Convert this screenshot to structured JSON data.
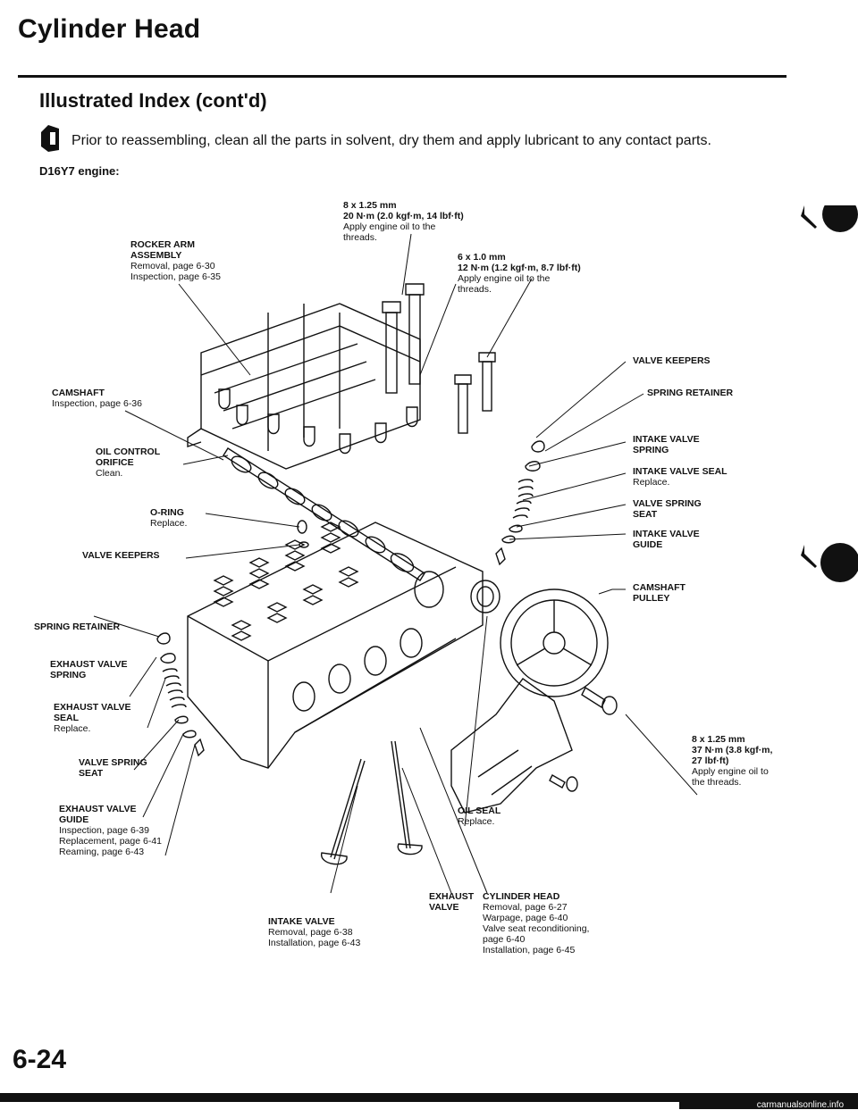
{
  "header": {
    "title": "Cylinder Head",
    "section": "Illustrated Index (cont'd)",
    "note": "Prior to reassembling, clean all the parts in solvent, dry them and apply lubricant to any contact parts.",
    "engine": "D16Y7 engine:"
  },
  "labels": {
    "rocker_arm": {
      "h": "ROCKER ARM\nASSEMBLY",
      "s": "Removal, page 6-30\nInspection, page 6-35"
    },
    "bolt_8x125_top": {
      "h": "8 x 1.25 mm\n20 N·m (2.0 kgf·m, 14 lbf·ft)",
      "s": "Apply engine oil to the\nthreads."
    },
    "bolt_6x10": {
      "h": "6 x 1.0 mm\n12 N·m (1.2 kgf·m, 8.7 lbf·ft)",
      "s": "Apply engine oil to the\nthreads."
    },
    "valve_keepers_r": {
      "h": "VALVE KEEPERS",
      "s": ""
    },
    "camshaft": {
      "h": "CAMSHAFT",
      "s": "Inspection, page 6-36"
    },
    "spring_retainer_r": {
      "h": "SPRING RETAINER",
      "s": ""
    },
    "intake_valve_spring": {
      "h": "INTAKE VALVE\nSPRING",
      "s": ""
    },
    "oil_control_orifice": {
      "h": "OIL CONTROL\nORIFICE",
      "s": "Clean."
    },
    "intake_valve_seal": {
      "h": "INTAKE VALVE SEAL",
      "s": "Replace."
    },
    "o_ring": {
      "h": "O-RING",
      "s": "Replace."
    },
    "valve_spring_seat_r": {
      "h": "VALVE SPRING\nSEAT",
      "s": ""
    },
    "intake_valve_guide": {
      "h": "INTAKE VALVE\nGUIDE",
      "s": ""
    },
    "valve_keepers_l": {
      "h": "VALVE KEEPERS",
      "s": ""
    },
    "camshaft_pulley": {
      "h": "CAMSHAFT\nPULLEY",
      "s": ""
    },
    "spring_retainer_l": {
      "h": "SPRING RETAINER",
      "s": ""
    },
    "exhaust_valve_spring": {
      "h": "EXHAUST VALVE\nSPRING",
      "s": ""
    },
    "exhaust_valve_seal": {
      "h": "EXHAUST VALVE\nSEAL",
      "s": "Replace."
    },
    "bolt_8x125_bottom": {
      "h": "8 x 1.25 mm\n37 N·m (3.8 kgf·m,\n27 lbf·ft)",
      "s": "Apply engine oil to\nthe threads."
    },
    "valve_spring_seat_l": {
      "h": "VALVE SPRING\nSEAT",
      "s": ""
    },
    "oil_seal": {
      "h": "OIL SEAL",
      "s": "Replace."
    },
    "exhaust_valve_guide": {
      "h": "EXHAUST VALVE\nGUIDE",
      "s": "Inspection, page 6-39\nReplacement, page 6-41\nReaming, page 6-43"
    },
    "exhaust_valve": {
      "h": "EXHAUST\nVALVE",
      "s": ""
    },
    "cylinder_head": {
      "h": "CYLINDER HEAD",
      "s": "Removal, page 6-27\nWarpage, page 6-40\nValve seat reconditioning,\npage 6-40\nInstallation, page 6-45"
    },
    "intake_valve": {
      "h": "INTAKE VALVE",
      "s": "Removal, page 6-38\nInstallation, page 6-43"
    }
  },
  "page_number": "6-24",
  "footer": "carmanualsonline.info"
}
